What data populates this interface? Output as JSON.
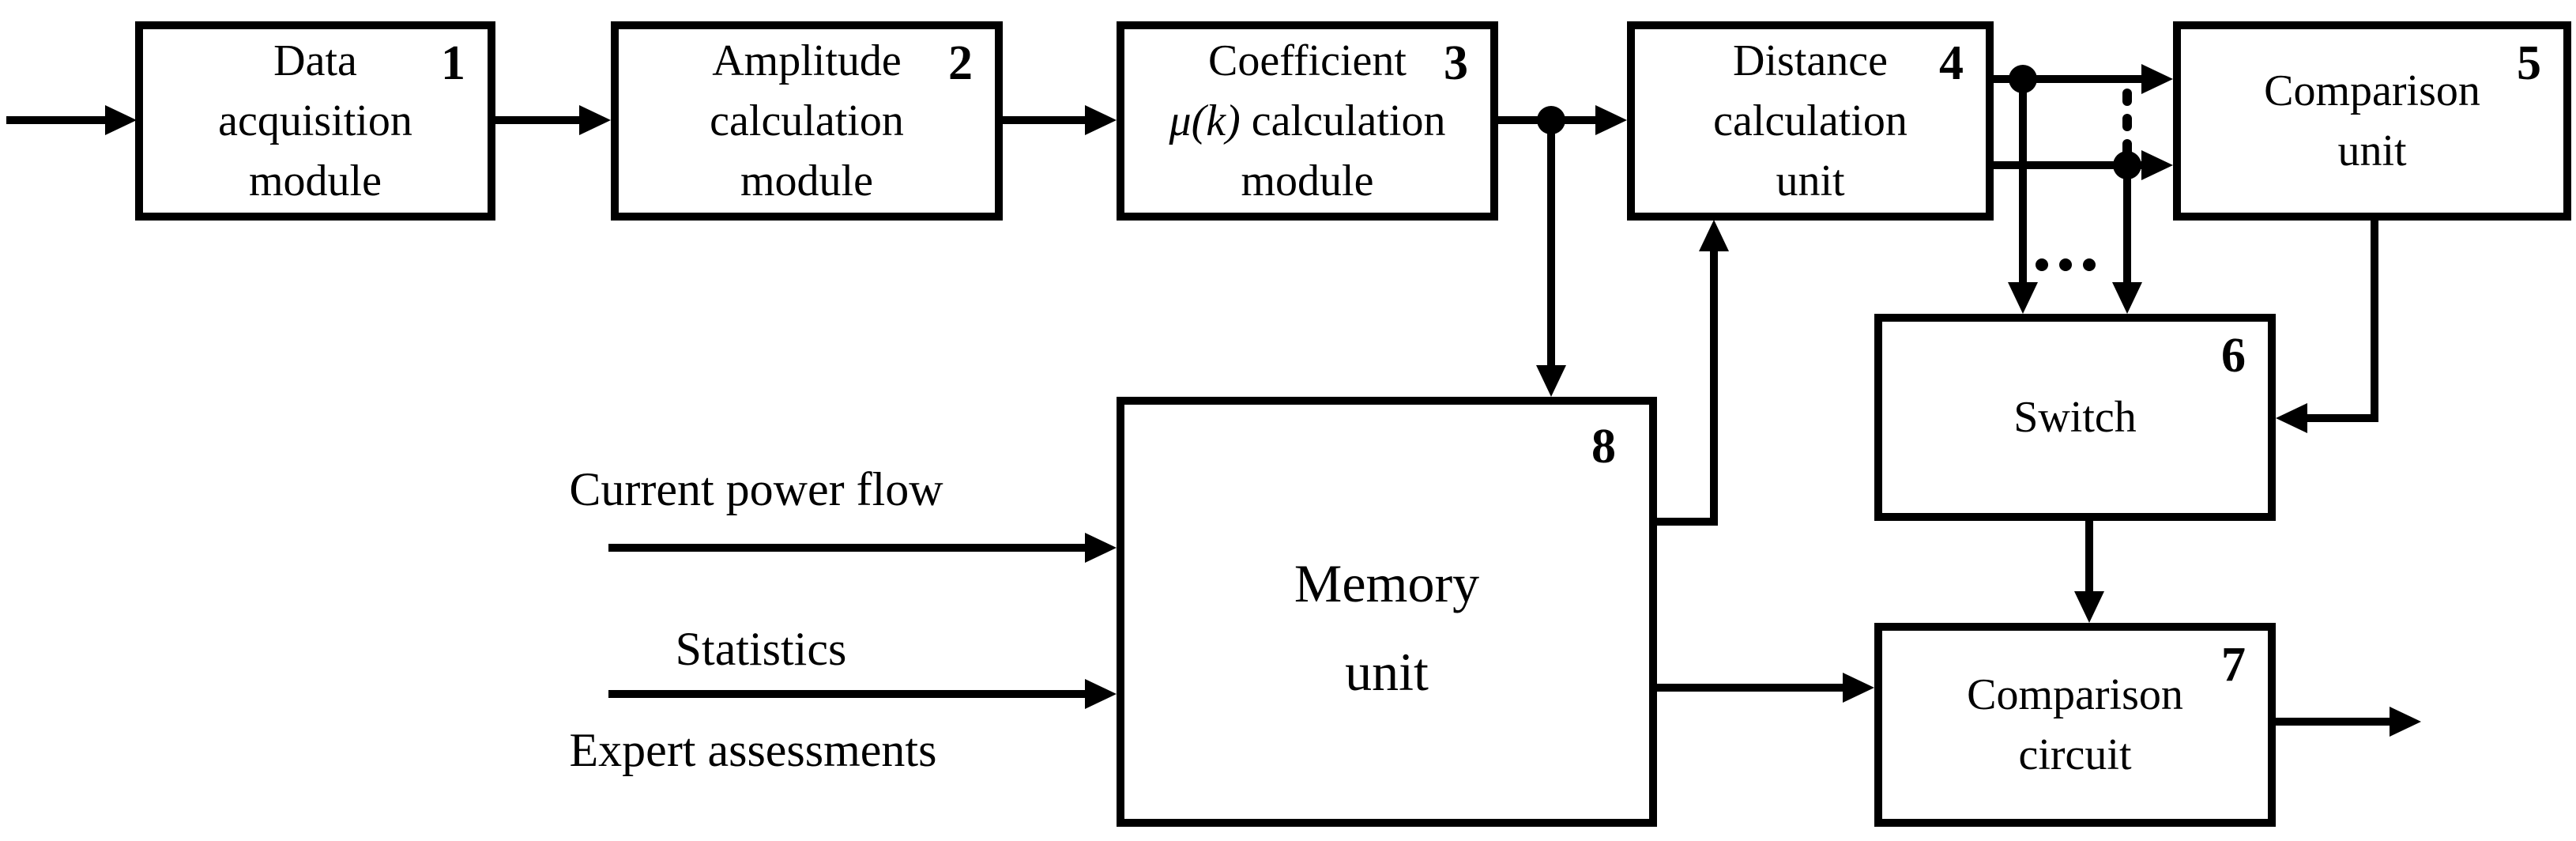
{
  "diagram": {
    "type": "block-diagram",
    "colors": {
      "line": "#000000",
      "background": "#ffffff"
    },
    "blocks": [
      {
        "number": "1",
        "lines": [
          "Data",
          "acquisition",
          "module"
        ]
      },
      {
        "number": "2",
        "lines": [
          "Amplitude",
          "calculation",
          "module"
        ]
      },
      {
        "number": "3",
        "line1": "Coefficient",
        "mu": "μ(k)",
        "line2_rest": " calculation",
        "line3": "module"
      },
      {
        "number": "4",
        "lines": [
          "Distance",
          "calculation",
          "unit"
        ]
      },
      {
        "number": "5",
        "lines": [
          "Comparison",
          "unit"
        ]
      },
      {
        "number": "6",
        "lines": [
          "Switch"
        ]
      },
      {
        "number": "7",
        "lines": [
          "Comparison",
          "circuit"
        ]
      },
      {
        "number": "8",
        "lines": [
          "Memory",
          "unit"
        ]
      }
    ],
    "input_labels": {
      "current_power_flow": "Current power flow",
      "statistics": "Statistics",
      "expert_assessments": "Expert assessments"
    },
    "edges": [
      {
        "from": "external-input",
        "to": "1"
      },
      {
        "from": "1",
        "to": "2"
      },
      {
        "from": "2",
        "to": "3"
      },
      {
        "from": "3",
        "to": "4"
      },
      {
        "from": "3",
        "to": "8"
      },
      {
        "from": "4",
        "to": "5",
        "note": "two parallel lines with vertical ellipsis"
      },
      {
        "from": "4",
        "to": "6",
        "note": "two taps down from the 4-5 lines, horizontal ellipsis between"
      },
      {
        "from": "5",
        "to": "6"
      },
      {
        "from": "6",
        "to": "7"
      },
      {
        "from": "8",
        "to": "4"
      },
      {
        "from": "8",
        "to": "7"
      },
      {
        "from": "current-power-flow",
        "to": "8"
      },
      {
        "from": "statistics-expert-assessments",
        "to": "8"
      },
      {
        "from": "7",
        "to": "external-output"
      }
    ]
  }
}
